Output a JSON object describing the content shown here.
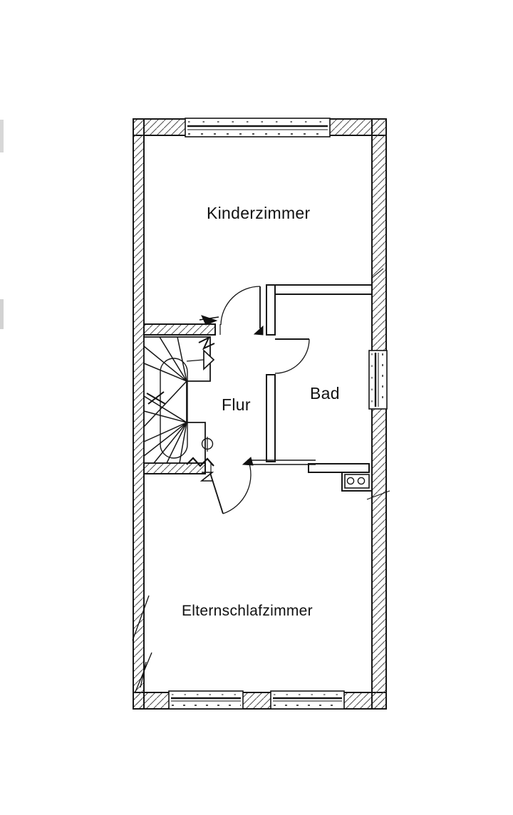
{
  "plan": {
    "rooms": [
      {
        "name": "kinderzimmer",
        "label": "Kinderzimmer"
      },
      {
        "name": "flur",
        "label": "Flur"
      },
      {
        "name": "bad",
        "label": "Bad"
      },
      {
        "name": "elternschlafzimmer",
        "label": "Elternschlafzimmer"
      }
    ],
    "symbols": {
      "staircase": "winder-staircase-with-walking-line-and-arrow",
      "doors": [
        "kinderzimmer-door-swing",
        "bad-door-swing",
        "elternschlafzimmer-door-swing"
      ],
      "windows": [
        "top-window",
        "right-window",
        "bottom-window-left",
        "bottom-window-right"
      ],
      "fixture": "double-washbasin"
    },
    "colors": {
      "paper": "#ffffff",
      "line": "#1a1a1a",
      "hatch": "#4d4d4d"
    }
  }
}
